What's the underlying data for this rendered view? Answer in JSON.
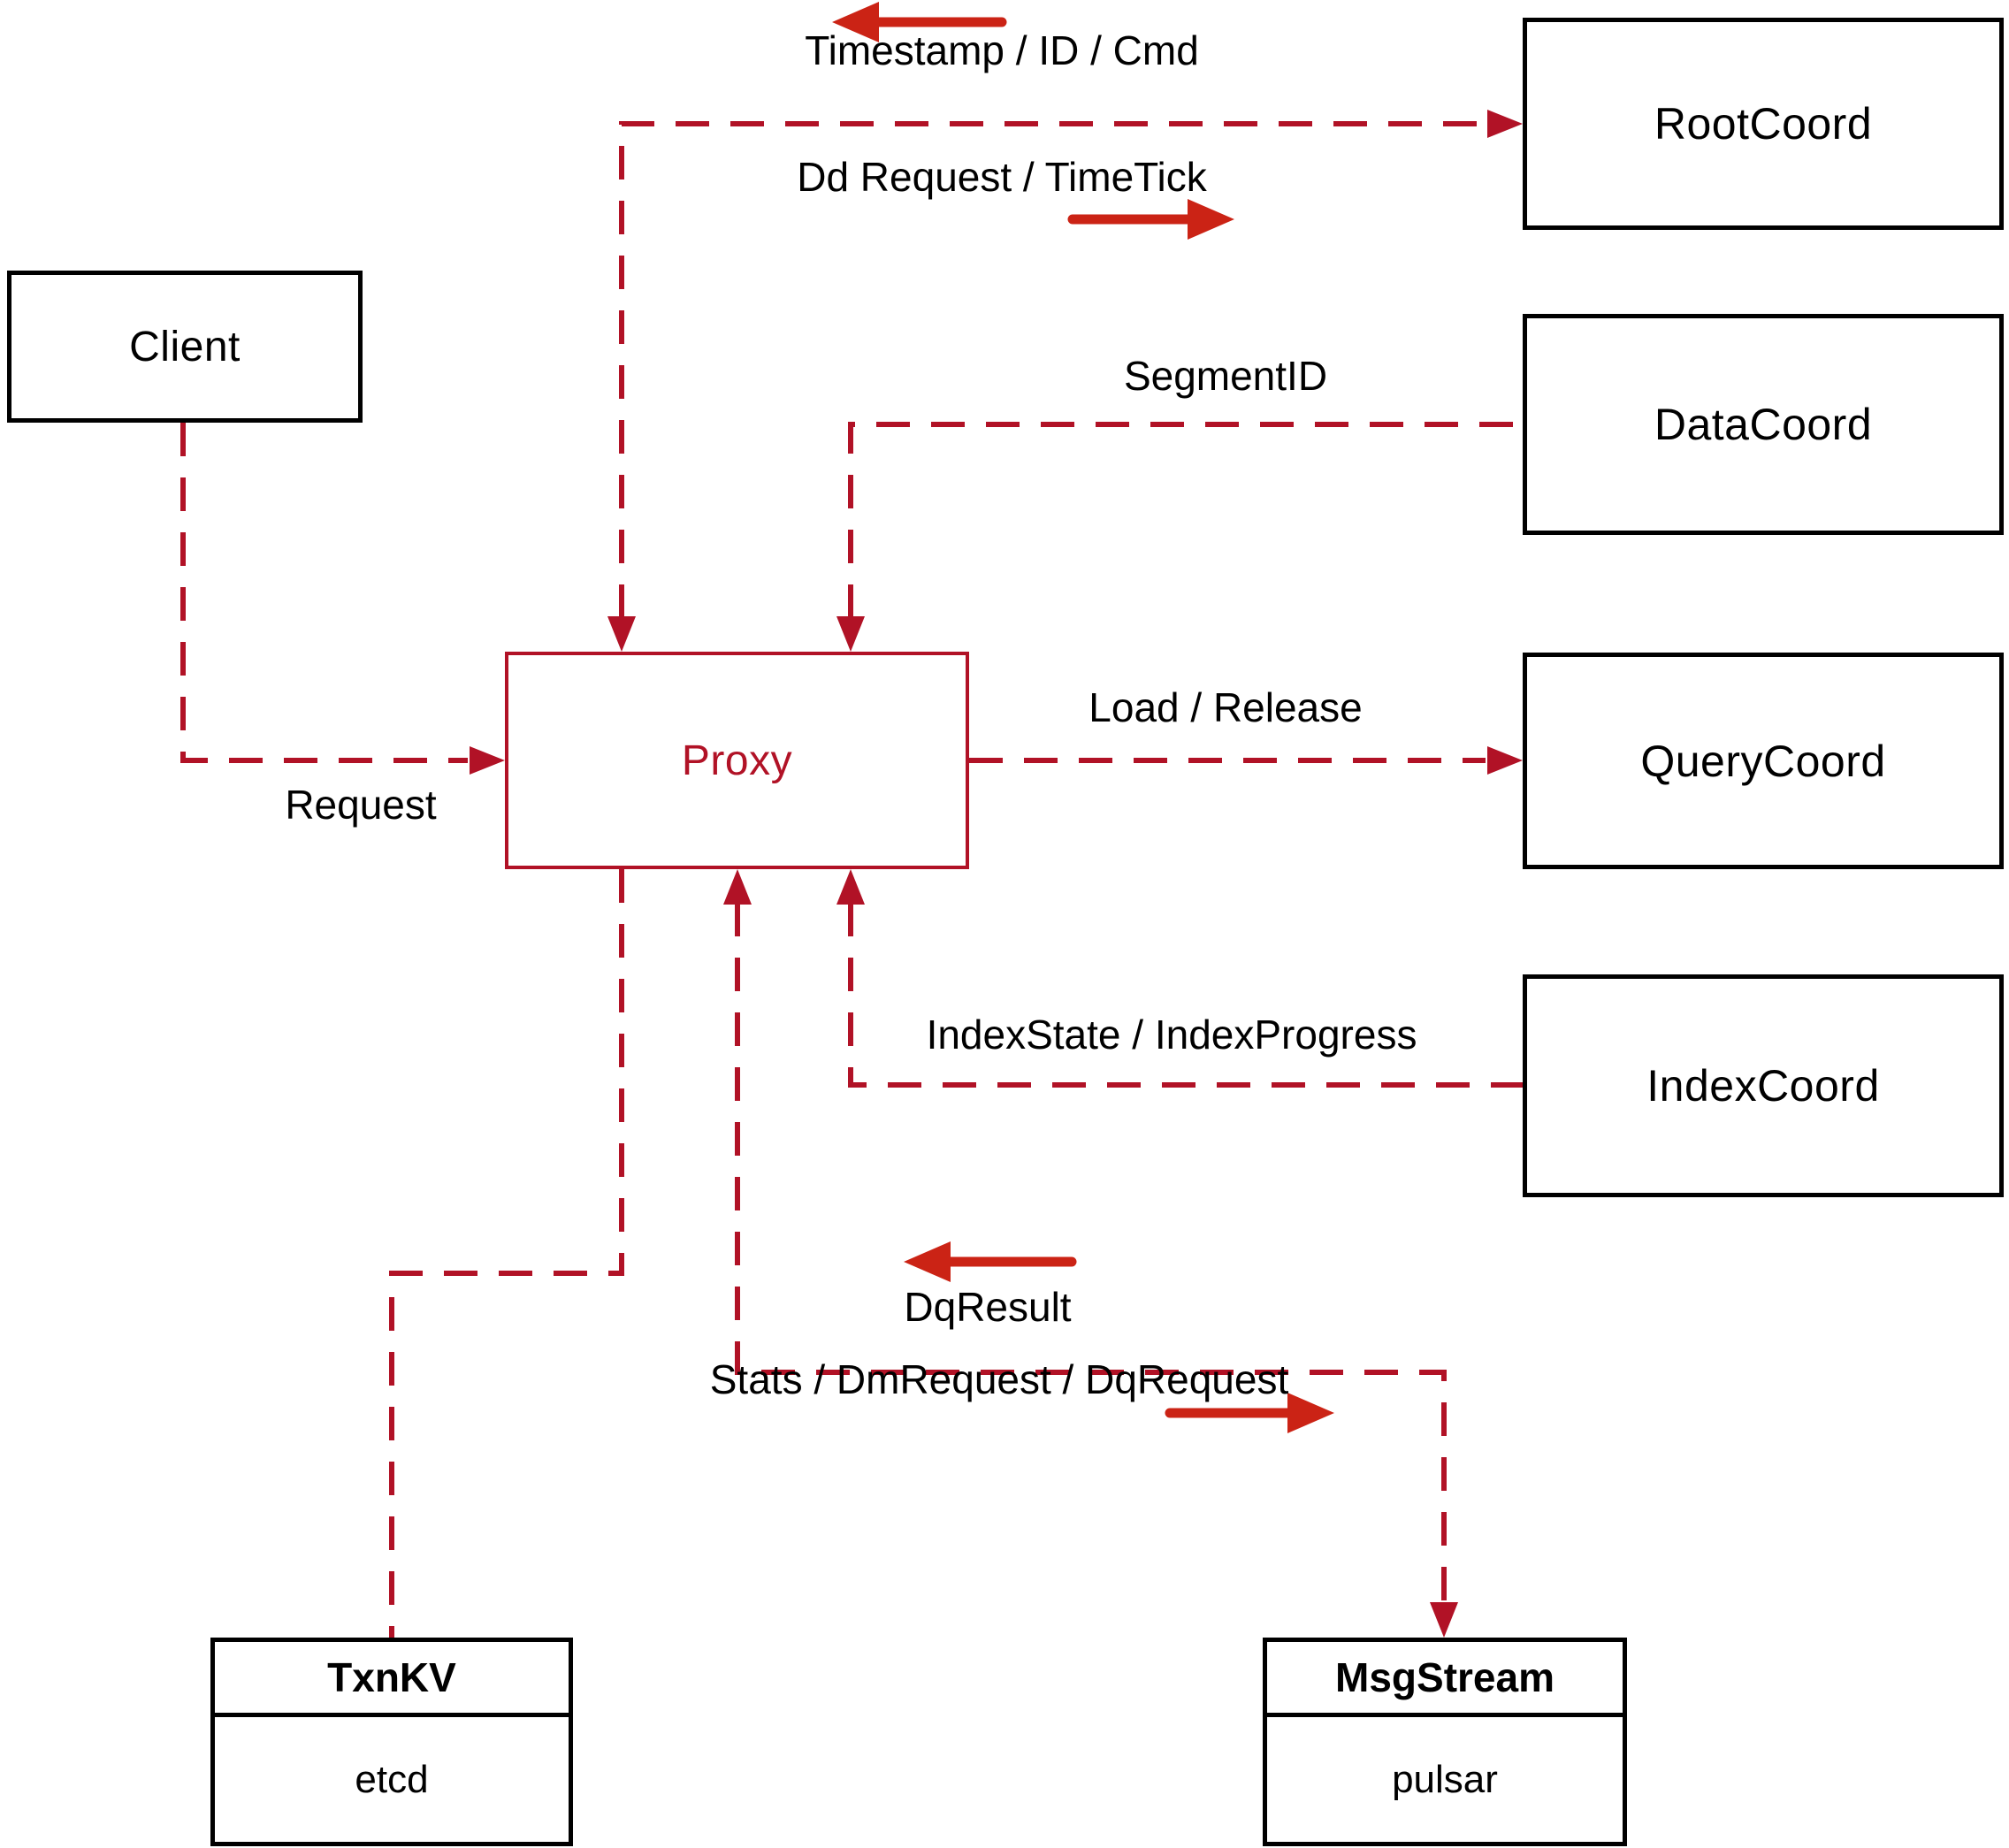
{
  "colors": {
    "connector_red": "#b11226",
    "direction_arrow_red": "#cb2315",
    "box_border_black": "#000000",
    "label_text": "#000000",
    "background": "#ffffff"
  },
  "nodes": {
    "client": {
      "label": "Client"
    },
    "proxy": {
      "label": "Proxy"
    },
    "root_coord": {
      "label": "RootCoord"
    },
    "data_coord": {
      "label": "DataCoord"
    },
    "query_coord": {
      "label": "QueryCoord"
    },
    "index_coord": {
      "label": "IndexCoord"
    },
    "txn_kv": {
      "title": "TxnKV",
      "subtitle": "etcd"
    },
    "msg_stream": {
      "title": "MsgStream",
      "subtitle": "pulsar"
    }
  },
  "edges": [
    {
      "from": "Client",
      "to": "Proxy",
      "label": "Request",
      "style": "dashed",
      "arrowheads": [
        "into Proxy"
      ]
    },
    {
      "from": "Proxy",
      "to": "RootCoord",
      "labels": [
        "Timestamp / ID / Cmd",
        "Dd Request / TimeTick"
      ],
      "style": "dashed",
      "arrowheads": [
        "into Proxy",
        "into RootCoord"
      ]
    },
    {
      "from": "DataCoord",
      "to": "Proxy",
      "label": "SegmentID",
      "style": "dashed",
      "arrowheads": [
        "into Proxy"
      ]
    },
    {
      "from": "Proxy",
      "to": "QueryCoord",
      "label": "Load / Release",
      "style": "dashed",
      "arrowheads": [
        "into QueryCoord"
      ]
    },
    {
      "from": "IndexCoord",
      "to": "Proxy",
      "label": "IndexState / IndexProgress",
      "style": "dashed",
      "arrowheads": [
        "into Proxy"
      ]
    },
    {
      "from": "Proxy",
      "to": "TxnKV",
      "style": "dashed",
      "arrowheads": []
    },
    {
      "from": "Proxy",
      "to": "MsgStream",
      "labels": [
        "DqResult",
        "Stats / DmRequest / DqRequest"
      ],
      "style": "dashed",
      "arrowheads": [
        "into Proxy",
        "into MsgStream"
      ]
    }
  ],
  "icons": {
    "direction_arrows": [
      {
        "name": "arrow-left-icon",
        "near_label": "Timestamp / ID / Cmd"
      },
      {
        "name": "arrow-right-icon",
        "near_label": "Dd Request / TimeTick"
      },
      {
        "name": "arrow-left-icon",
        "near_label": "DqResult"
      },
      {
        "name": "arrow-right-icon",
        "near_label": "Stats / DmRequest / DqRequest"
      }
    ]
  }
}
